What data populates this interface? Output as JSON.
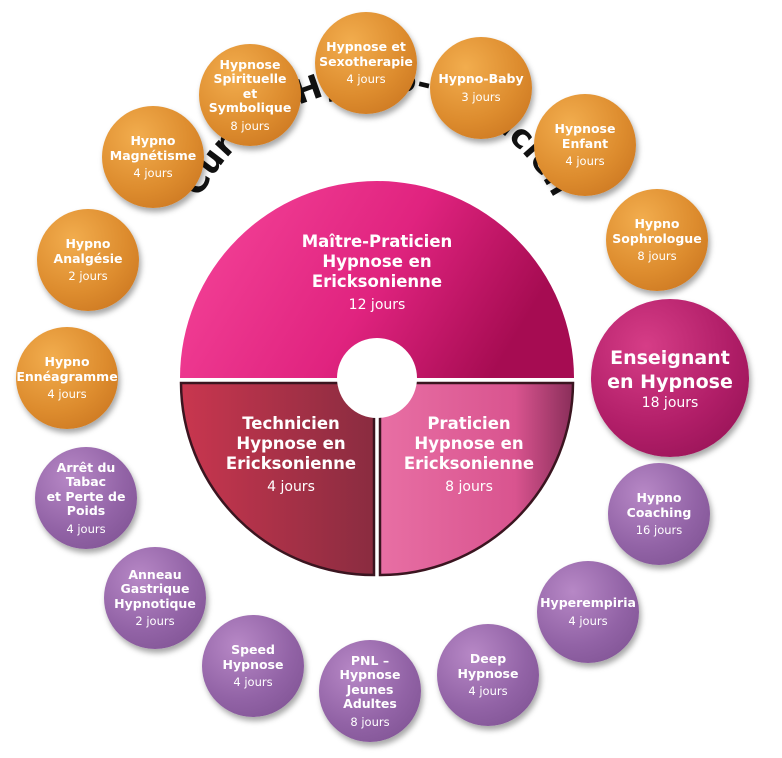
{
  "title": "Cursus Hypno-Praticien",
  "center": {
    "top": {
      "label": "Maître-Praticien\nHypnose en\nEricksonienne",
      "duration": "12 jours"
    },
    "left": {
      "label": "Technicien\nHypnose en\nEricksonienne",
      "duration": "4 jours"
    },
    "right": {
      "label": "Praticien\nHypnose en\nEricksonienne",
      "duration": "8 jours"
    }
  },
  "featured": {
    "label": "Enseignant\nen Hypnose",
    "duration": "18 jours"
  },
  "orange_modules": [
    {
      "label": "Hypnose et\nSexotherapie",
      "duration": "4 jours"
    },
    {
      "label": "Hypno-Baby",
      "duration": "3 jours"
    },
    {
      "label": "Hypnose\nEnfant",
      "duration": "4 jours"
    },
    {
      "label": "Hypno\nSophrologue",
      "duration": "8 jours"
    },
    {
      "label": "Hypnose\nSpirituelle et\nSymbolique",
      "duration": "8 jours"
    },
    {
      "label": "Hypno\nMagnétisme",
      "duration": "4 jours"
    },
    {
      "label": "Hypno\nAnalgésie",
      "duration": "2 jours"
    },
    {
      "label": "Hypno\nEnnéagramme",
      "duration": "4 jours"
    }
  ],
  "purple_modules": [
    {
      "label": "Hypno\nCoaching",
      "duration": "16 jours"
    },
    {
      "label": "Hyperempiria",
      "duration": "4 jours"
    },
    {
      "label": "Deep\nHypnose",
      "duration": "4 jours"
    },
    {
      "label": "PNL –\nHypnose\nJeunes\nAdultes",
      "duration": "8 jours"
    },
    {
      "label": "Speed\nHypnose",
      "duration": "4 jours"
    },
    {
      "label": "Anneau\nGastrique\nHypnotique",
      "duration": "2 jours"
    },
    {
      "label": "Arrêt du\nTabac\net Perte de\nPoids",
      "duration": "4 jours"
    }
  ]
}
